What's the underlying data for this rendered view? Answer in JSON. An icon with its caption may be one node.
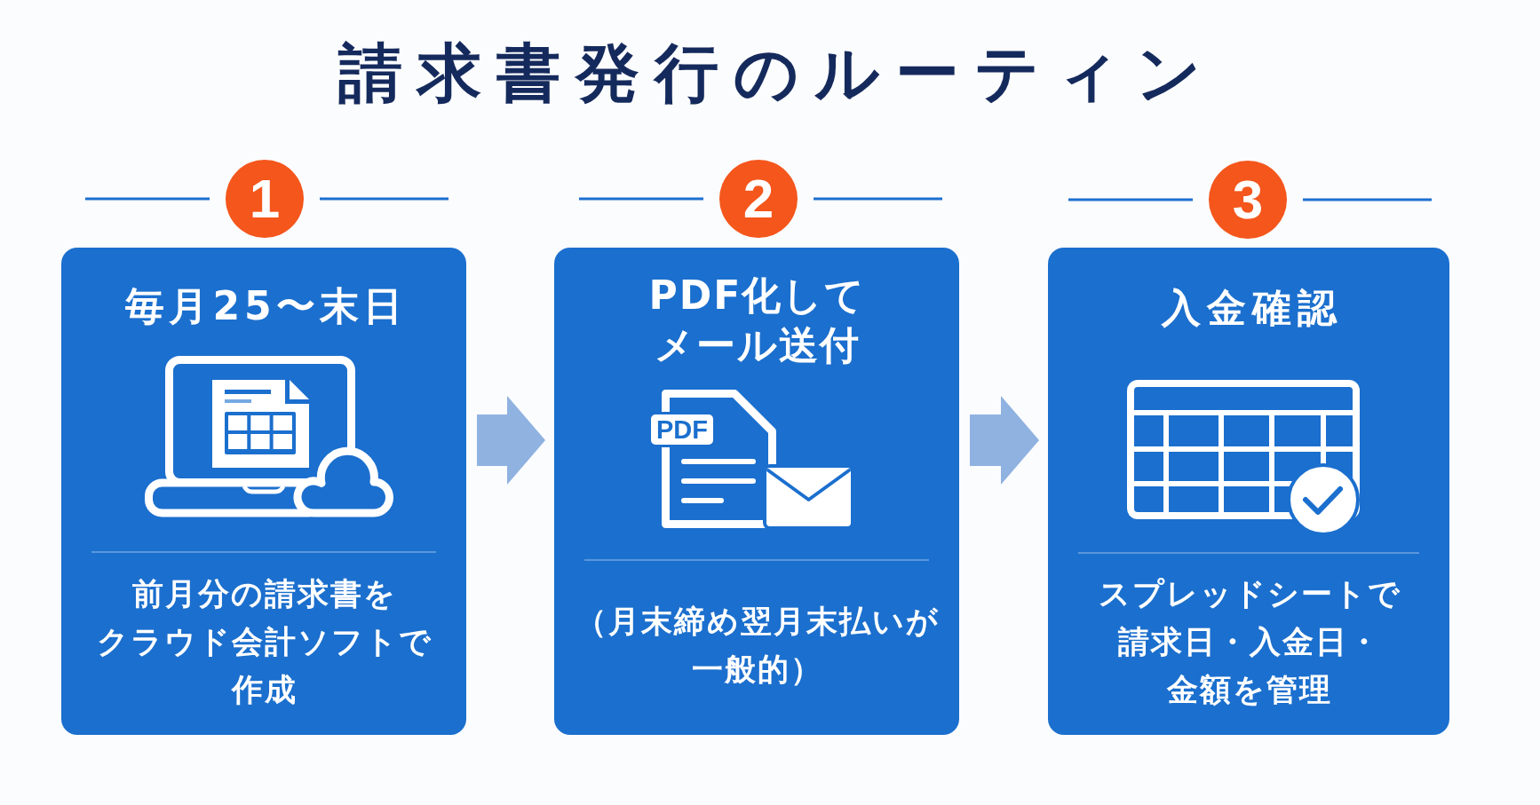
{
  "diagram": {
    "title": "請求書発行のルーティン",
    "nodes": [
      {
        "text": [
          "1"
        ]
      },
      {
        "text": [
          "毎月25〜末日",
          "前月分の請求書をクラウド会計ソフトで作成"
        ]
      },
      {
        "text": [
          "2"
        ]
      },
      {
        "text": [
          "PDF化してメール送付",
          "PDF",
          "（月末締め翌月末払いが一般的）"
        ]
      },
      {
        "text": [
          "3"
        ]
      },
      {
        "text": [
          "入金確認",
          "スプレッドシートで請求日・入金日・金額を管理"
        ]
      }
    ],
    "edges": [
      {
        "from": 1,
        "to": 3,
        "arrow": "to"
      },
      {
        "from": 3,
        "to": 5,
        "arrow": "to"
      }
    ]
  }
}
